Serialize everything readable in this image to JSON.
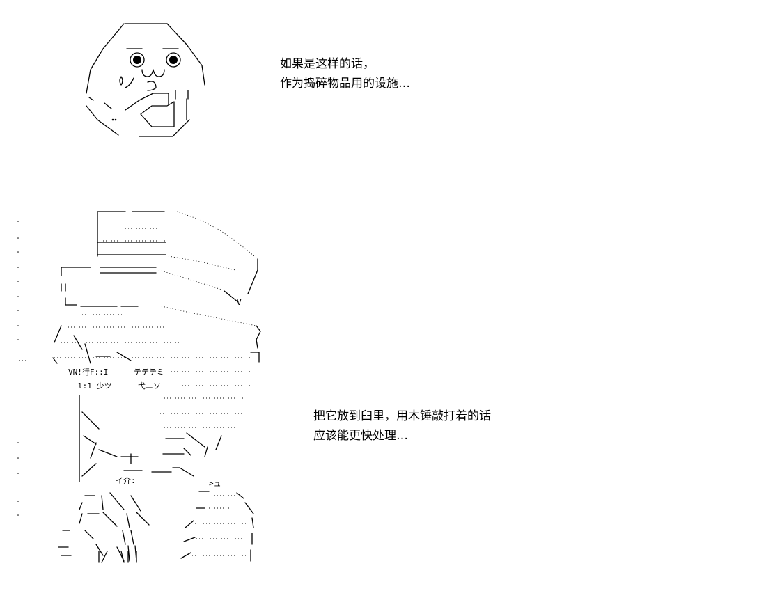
{
  "captions": {
    "top": {
      "line1": "如果是这样的话，",
      "line2": "作为捣碎物品用的设施…"
    },
    "bottom": {
      "line1": "把它放到臼里，用木锤敲打着的话",
      "line2": "应该能更快处理…"
    }
  },
  "art": {
    "figure_text": {
      "row1": "VN!行F::I",
      "row2": "テテテミ",
      "row3": "l:1 少ツ",
      "row4": "弋ニソ",
      "row5": "イ介:",
      "row6": ">ュ"
    }
  }
}
